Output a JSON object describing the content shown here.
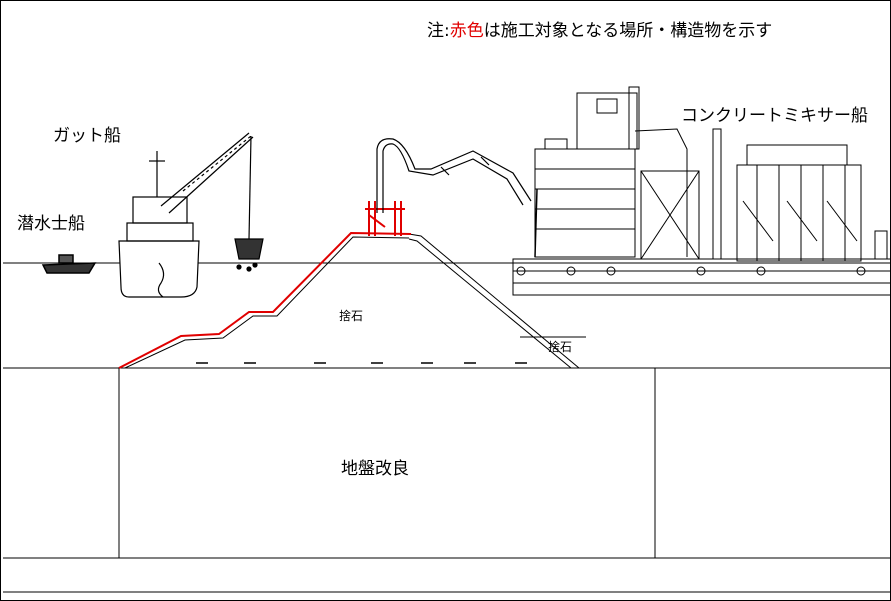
{
  "note": {
    "prefix": "注:",
    "highlight": "赤色",
    "suffix": "は施工対象となる場所・構造物を示す",
    "highlight_color": "#e00000"
  },
  "labels": {
    "gut_ship": "ガット船",
    "diver_ship": "潜水士船",
    "mixer_ship": "コンクリートミキサー船",
    "rubble_center": "捨石",
    "rubble_right": "捨石",
    "ground_improvement": "地盤改良"
  },
  "colors": {
    "construction_target": "#e00000",
    "line": "#000000"
  }
}
